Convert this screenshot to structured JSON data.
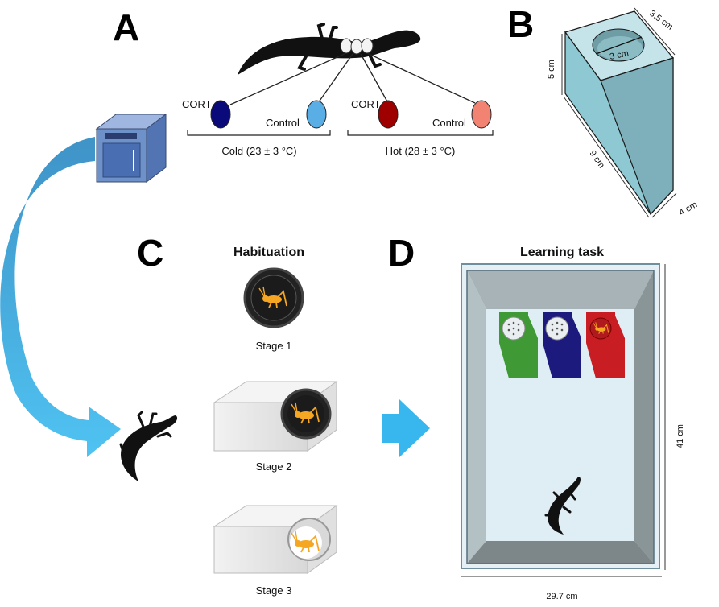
{
  "panels": {
    "a": "A",
    "b": "B",
    "c": "C",
    "d": "D"
  },
  "panel_a": {
    "groups": [
      {
        "label": "Cold (23 ± 3 °C)",
        "eggs": [
          {
            "label": "CORT",
            "color": "#0a0a7a"
          },
          {
            "label": "Control",
            "color": "#5aaee6"
          }
        ]
      },
      {
        "label": "Hot (28 ± 3 °C)",
        "eggs": [
          {
            "label": "CORT",
            "color": "#9e0000"
          },
          {
            "label": "Control",
            "color": "#f28272"
          }
        ]
      }
    ],
    "icons": [
      "adult-lizard-icon",
      "egg-clutch-icon",
      "incubator-icon",
      "curved-arrow-icon",
      "hatchling-lizard-icon"
    ]
  },
  "panel_b": {
    "dimensions": {
      "depth": "3.5 cm",
      "diameter": "3 cm",
      "height": "5 cm",
      "length": "9 cm",
      "width": "4 cm"
    },
    "color": "#8ec8d2"
  },
  "panel_c": {
    "title": "Habituation",
    "stages": [
      "Stage 1",
      "Stage 2",
      "Stage 3"
    ],
    "reward_color": "#f5a623"
  },
  "panel_d": {
    "title": "Learning task",
    "arena_height": "41 cm",
    "arena_width": "29.7 cm",
    "feeder_colors": [
      "#3f9a36",
      "#1d1a7e",
      "#c81e23"
    ]
  },
  "colors": {
    "arrow_blue": "#38b6ee",
    "incubator_blue": "#6f91c9"
  }
}
